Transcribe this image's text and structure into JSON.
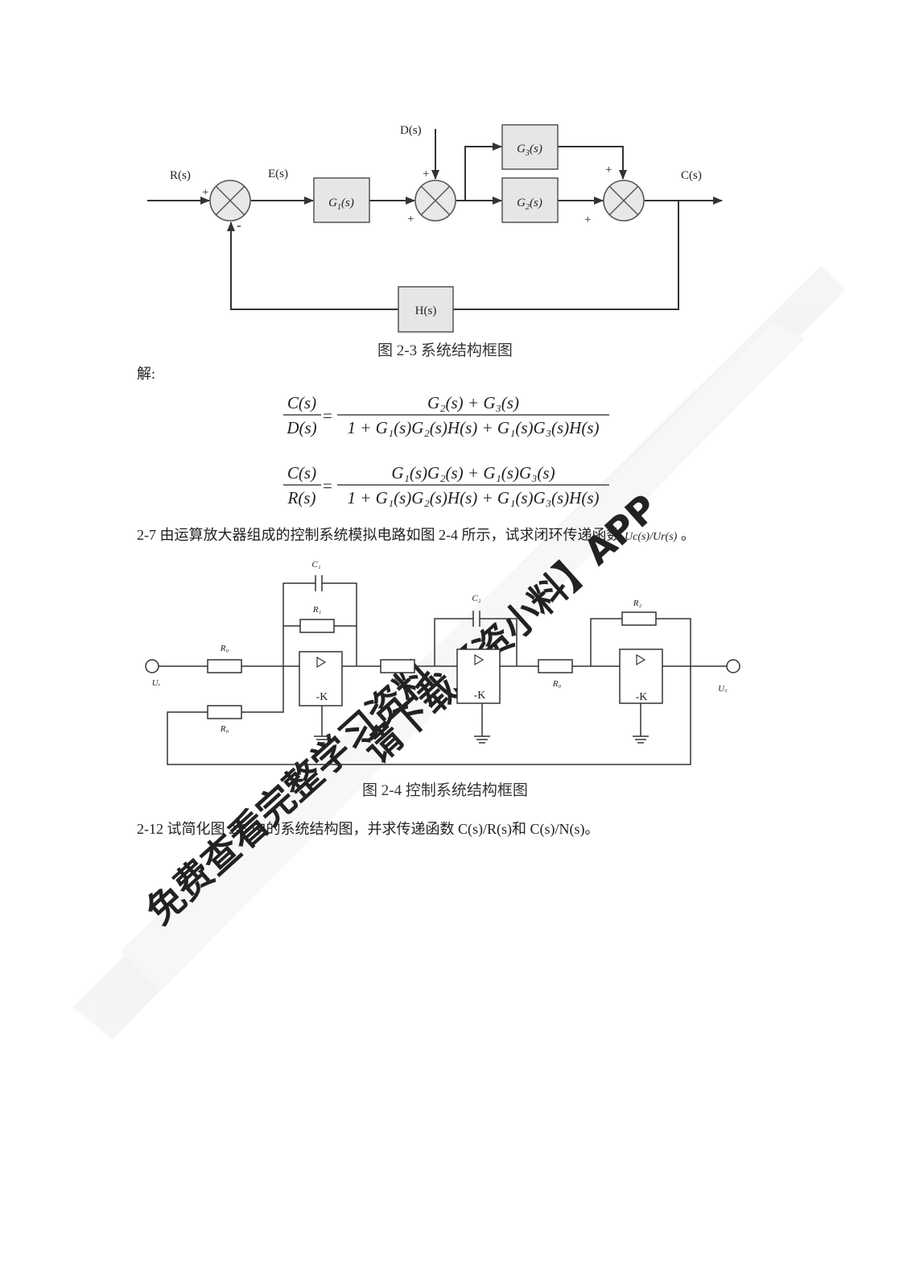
{
  "figure1": {
    "caption": "图 2-3 系统结构框图",
    "signals": {
      "r": "R(s)",
      "e": "E(s)",
      "d": "D(s)",
      "c": "C(s)"
    },
    "signs": {
      "sum1_in": "+",
      "sum1_fb": "-",
      "sum2_top": "+",
      "sum2_left": "+",
      "sum3_top": "+",
      "sum3_left": "+"
    },
    "blocks": {
      "g1": {
        "name": "G",
        "sub": "1",
        "arg": "(s)"
      },
      "g2": {
        "name": "G",
        "sub": "2",
        "arg": "(s)"
      },
      "g3": {
        "name": "G",
        "sub": "3",
        "arg": "(s)"
      },
      "h": "H(s)"
    }
  },
  "solution": {
    "label": "解:",
    "eq1": {
      "lhs_num": "C(s)",
      "lhs_den": "D(s)",
      "rhs_num": "G₂(s) + G₃(s)",
      "rhs_den": "1 + G₁(s)G₂(s)H(s) + G₁(s)G₃(s)H(s)"
    },
    "eq2": {
      "lhs_num": "C(s)",
      "lhs_den": "R(s)",
      "rhs_num": "G₁(s)G₂(s) + G₁(s)G₃(s)",
      "rhs_den": "1 + G₁(s)G₂(s)H(s) + G₁(s)G₃(s)H(s)"
    }
  },
  "problem_2_7": {
    "text": "2-7 由运算放大器组成的控制系统模拟电路如图 2-4 所示，试求闭环传递函数",
    "tf": "Uc(s)/Ur(s)",
    "end": "。"
  },
  "figure2": {
    "caption": "图 2-4 控制系统结构框图",
    "labels": {
      "c1": "C₁",
      "r1": "R₁",
      "c2": "C₂",
      "r2": "R₂",
      "r0": "R₀",
      "ur": "Uᵣ",
      "uc": "U꜀"
    },
    "amp_gain": "-K"
  },
  "problem_2_12": {
    "text": "2-12 试简化图 2-5 中的系统结构图，并求传递函数 C(s)/R(s)和 C(s)/N(s)。"
  },
  "watermark": {
    "line1": "免费查看完整学习资料",
    "line2": "请下载【资小料】APP"
  },
  "colors": {
    "block_fill": "#e6e6e6",
    "block_stroke": "#555555",
    "line": "#333333",
    "watermark": "#e9e9e9"
  }
}
